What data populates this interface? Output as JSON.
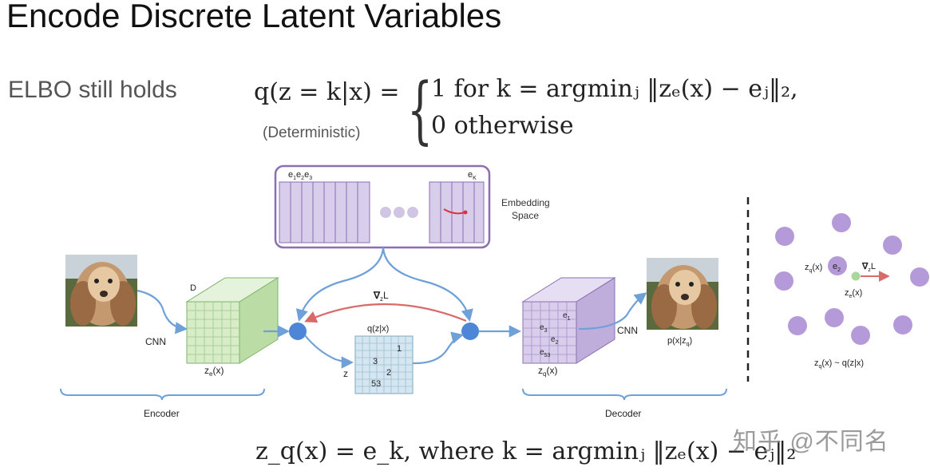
{
  "title": "Encode Discrete Latent Variables",
  "subtitle": "ELBO still holds",
  "formula_top": {
    "lhs": "q(z = k|x) =",
    "case1": "1    for  k = argminⱼ ‖zₑ(x) − eⱼ‖₂,",
    "case2": "0    otherwise",
    "note": "(Deterministic)"
  },
  "formula_bottom": "z_q(x) = e_k,    where    k = argminⱼ ‖zₑ(x) − eⱼ‖₂",
  "diagram": {
    "embedding_label_1": "Embedding",
    "embedding_label_2": "Space",
    "e1": "e",
    "e2": "e",
    "e3": "e",
    "eK": "e",
    "sub1": "1",
    "sub2": "2",
    "sub3": "3",
    "subK": "K",
    "cnn_left": "CNN",
    "cnn_right": "CNN",
    "D_label": "D",
    "ze_label": "z",
    "ze_sub": "e",
    "ze_paren": "(x)",
    "grad_label": "∇",
    "grad_sub": "z",
    "grad_L": "L",
    "qzx_label": "q(z|x)",
    "z_label": "z",
    "grid_values": [
      "1",
      "3",
      "2",
      "53"
    ],
    "zq_label": "z",
    "zq_sub": "q",
    "zq_paren": "(x)",
    "decoder_values": [
      "e",
      "e",
      "e",
      "e"
    ],
    "decoder_subs": [
      "1",
      "3",
      "2",
      "53"
    ],
    "pxz_label": "p(x|z",
    "pxz_sub": "q",
    "pxz_close": ")",
    "encoder_label": "Encoder",
    "decoder_label": "Decoder"
  },
  "scatter": {
    "zq_label": "z",
    "zq_sub": "q",
    "zq_paren": "(x)",
    "e2_label": "e",
    "e2_sub": "2",
    "grad_label": "∇",
    "grad_sub": "z",
    "grad_L": "L",
    "ze_label": "z",
    "ze_sub": "e",
    "ze_paren": "(x)",
    "caption_a": "z",
    "caption_sub": "q",
    "caption_b": "(x) ~ q(z|x)"
  },
  "watermark": "知乎 @不同名",
  "colors": {
    "blue_arrow": "#6fa0d8",
    "red_arrow": "#d96a6a",
    "node_blue": "#4d86d6",
    "purple": "#8a6fb3",
    "purple_fill": "#d8cdea",
    "green_fill": "#d8ecc8",
    "grid_fill": "#d5e6f0",
    "dot_purple": "#b49ad8",
    "dot_green": "#a8d79a"
  }
}
